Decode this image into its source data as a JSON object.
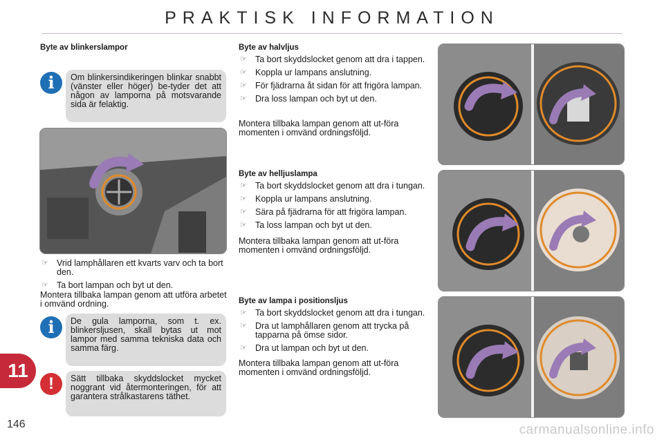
{
  "header": {
    "title": "PRAKTISK INFORMATION"
  },
  "left": {
    "title": "Byte av blinkerslampor",
    "info1": "Om blinkersindikeringen blinkar snabbt (vänster eller höger) be-tyder det att någon av lamporna på motsvarande sida är felaktig.",
    "steps": [
      "Vrid lamphållaren ett kvarts varv och ta bort den.",
      "Ta bort lampan och byt ut den."
    ],
    "reassemble": "Montera tillbaka lampan genom att utföra arbetet i omvänd ordning.",
    "info2": "De gula lamporna, som t. ex. blinkersljusen, skall bytas ut mot lampor med samma tekniska data och samma färg.",
    "warning": "Sätt tillbaka skyddslocket mycket noggrant vid återmonteringen, för att garantera strålkastarens täthet."
  },
  "sections": [
    {
      "title": "Byte av halvljus",
      "steps": [
        "Ta bort skyddslocket genom att dra i tappen.",
        "Koppla ur lampans anslutning.",
        "För fjädrarna åt sidan för att frigöra lampan.",
        "Dra loss lampan och byt ut den."
      ],
      "reassemble": "Montera tillbaka lampan genom att ut-föra momenten i omvänd ordningsföljd."
    },
    {
      "title": "Byte av helljuslampa",
      "steps": [
        "Ta bort skyddslocket genom att dra i tungan.",
        "Koppla ur lampans anslutning.",
        "Sära på fjädrarna för att frigöra lampan.",
        "Ta loss lampan och byt ut den."
      ],
      "reassemble": "Montera tillbaka lampan genom att ut-föra momenten i omvänd ordningsföljd."
    },
    {
      "title": "Byte av lampa i positionsljus",
      "steps": [
        "Ta bort skyddslocket genom att dra i tungan.",
        "Dra ut lamphållaren genom att trycka på tapparna på ömse sidor.",
        "Dra ut lampan och byt ut den."
      ],
      "reassemble": "Montera tillbaka lampan genom att ut-föra momenten i omvänd ordningsföljd."
    }
  ],
  "chapter": "11",
  "page_number": "146",
  "watermark": "carmanualsonline.info",
  "icons": {
    "bullet": "pointing-hand-icon",
    "info": "info-icon",
    "warning": "exclamation-icon"
  },
  "colors": {
    "info": "#1f6fb5",
    "warning": "#d32f34",
    "chapter_tab": "#c62a3a",
    "arrow": "#9a7bb5",
    "ring": "#e08a2a"
  }
}
